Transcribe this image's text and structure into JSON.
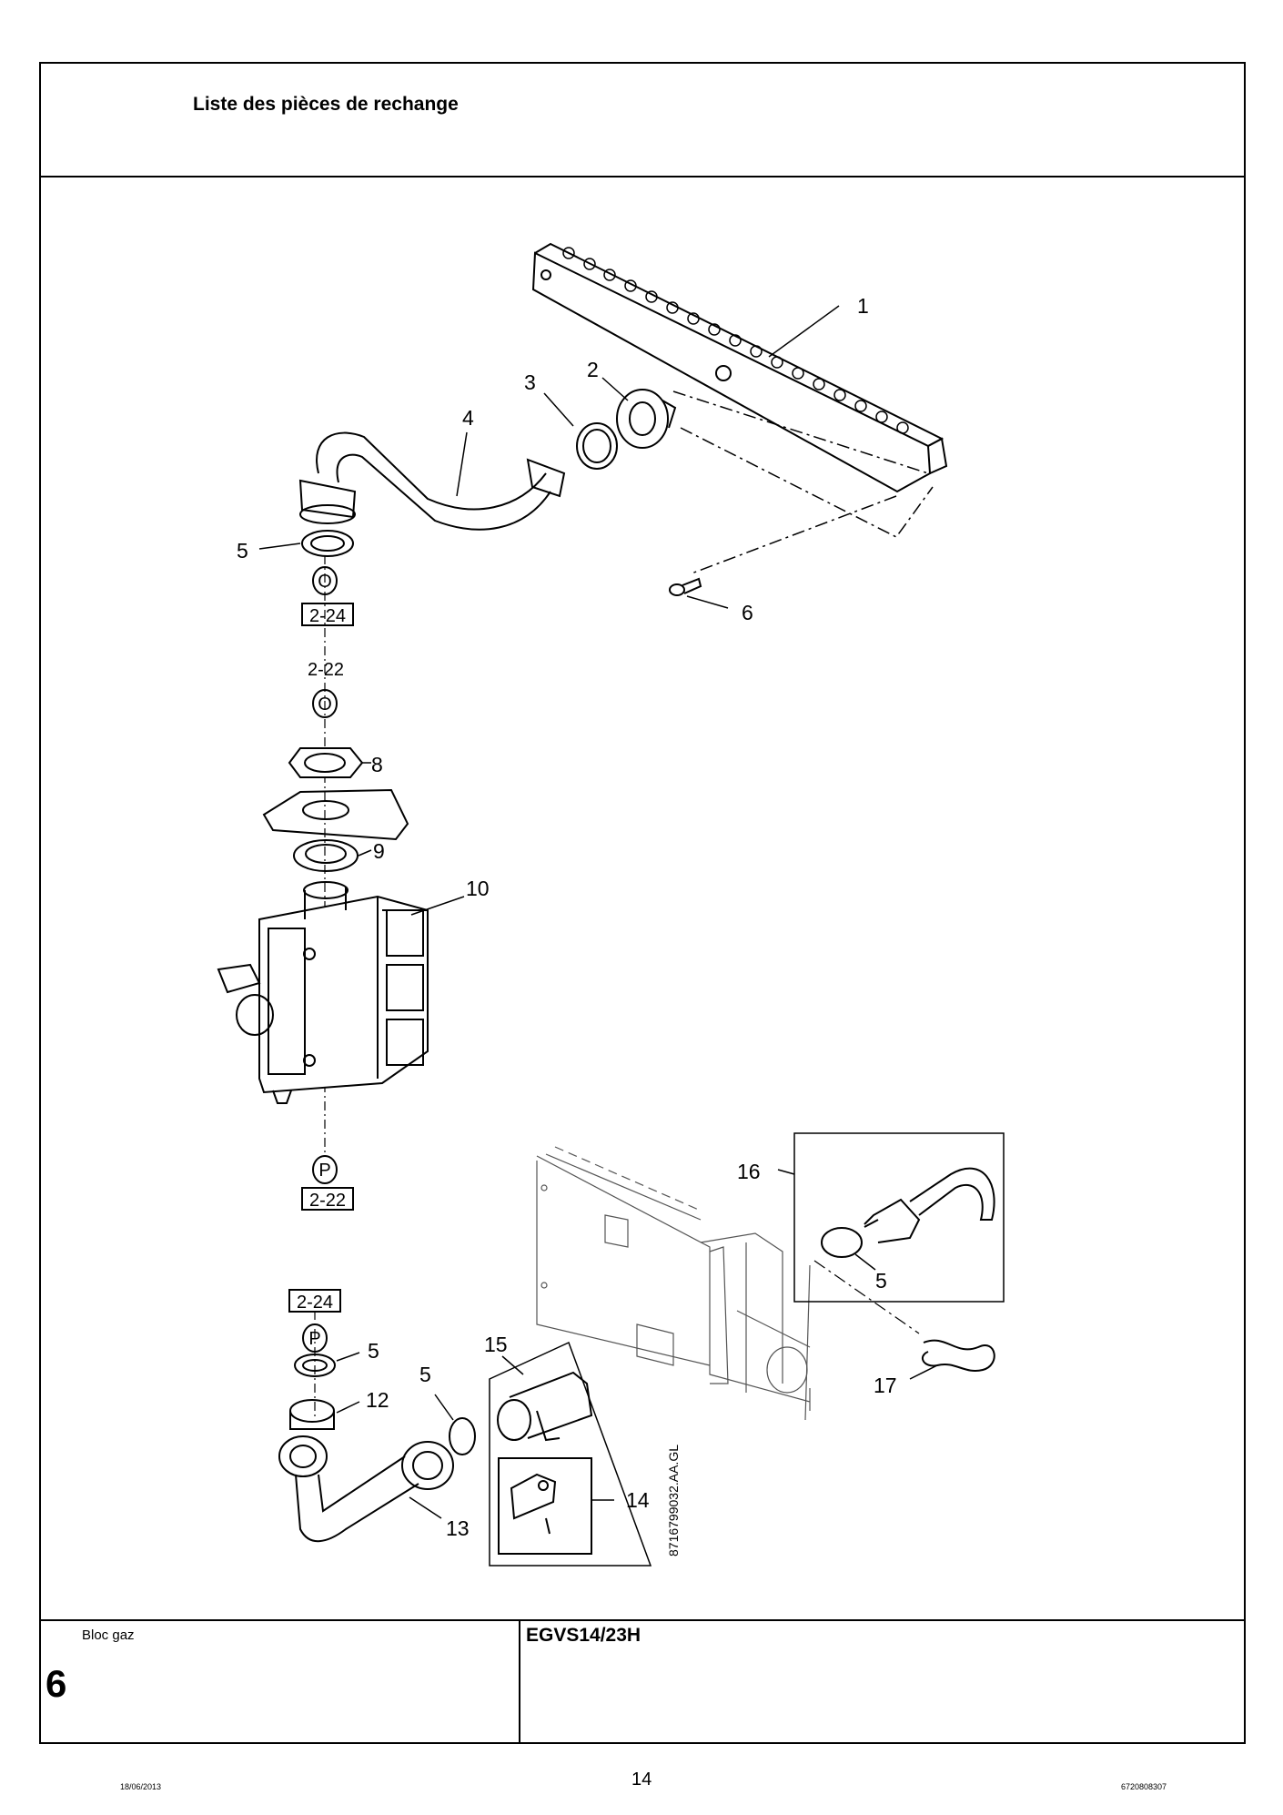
{
  "header": {
    "title": "Liste des pièces de rechange"
  },
  "diagram": {
    "callouts": [
      "1",
      "2",
      "3",
      "4",
      "5",
      "6",
      "8",
      "9",
      "10",
      "16",
      "5",
      "5",
      "5",
      "12",
      "13",
      "15",
      "14",
      "17"
    ],
    "refs": {
      "o_top": "O",
      "ref_2_24_top": "2-24",
      "ref_2_22_top": "2-22",
      "o_mid": "O",
      "p_mid": "P",
      "ref_2_22_bottom": "2-22",
      "ref_2_24_bottom": "2-24",
      "p_bottom": "P"
    },
    "drawing_code": "8716799032.AA.GL"
  },
  "footer_block": {
    "section_name": "Bloc gaz",
    "section_number": "6",
    "model": "EGVS14/23H"
  },
  "footer": {
    "date": "18/06/2013",
    "page": "14",
    "doc_number": "6720808307"
  }
}
